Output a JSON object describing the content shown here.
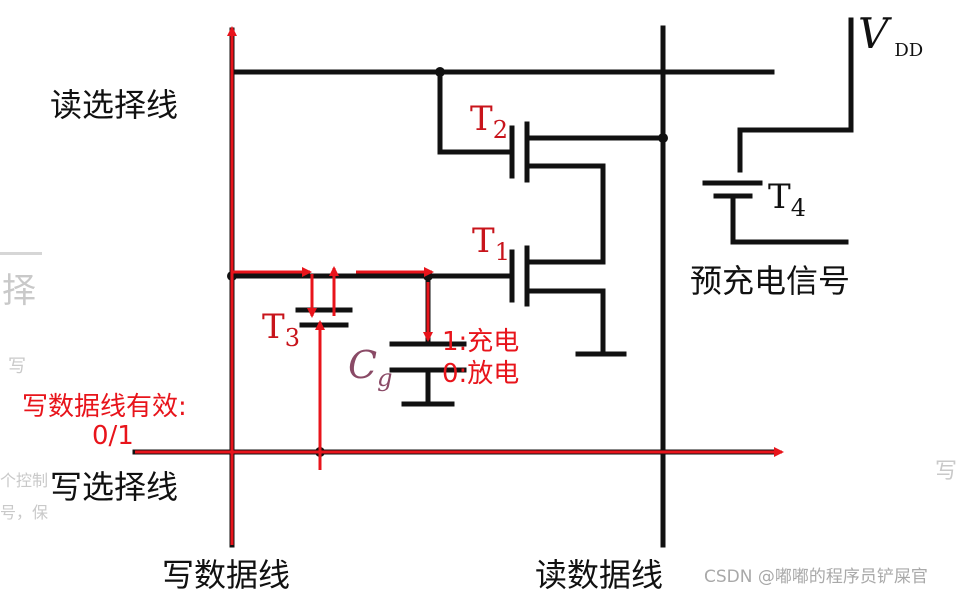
{
  "labels": {
    "read_select": "读选择线",
    "write_select": "写选择线",
    "write_data": "写数据线",
    "read_data": "读数据线",
    "precharge": "预充电信号",
    "vdd_v": "V",
    "vdd_sub": "DD",
    "t1": "T",
    "t1_sub": "1",
    "t2": "T",
    "t2_sub": "2",
    "t3": "T",
    "t3_sub": "3",
    "t4": "T",
    "t4_sub": "4",
    "cg": "C",
    "cg_sub": "g"
  },
  "annotations": {
    "charge": "1:充电",
    "discharge": "0:放电",
    "write_valid_1": "写数据线有效:",
    "write_valid_2": "0/1"
  },
  "watermark": "CSDN @嘟嘟的程序员铲屎官",
  "faded_fragments": {
    "left_big": "择",
    "left_small1": "写",
    "left_small2": "个控制",
    "left_small3": "号，保",
    "right_small": "写"
  },
  "colors": {
    "wire": "#111111",
    "annotation": "#e8141b",
    "label_red": "#c8141b",
    "cg_label": "#8a4a66",
    "faded": "#c9c9c9"
  }
}
